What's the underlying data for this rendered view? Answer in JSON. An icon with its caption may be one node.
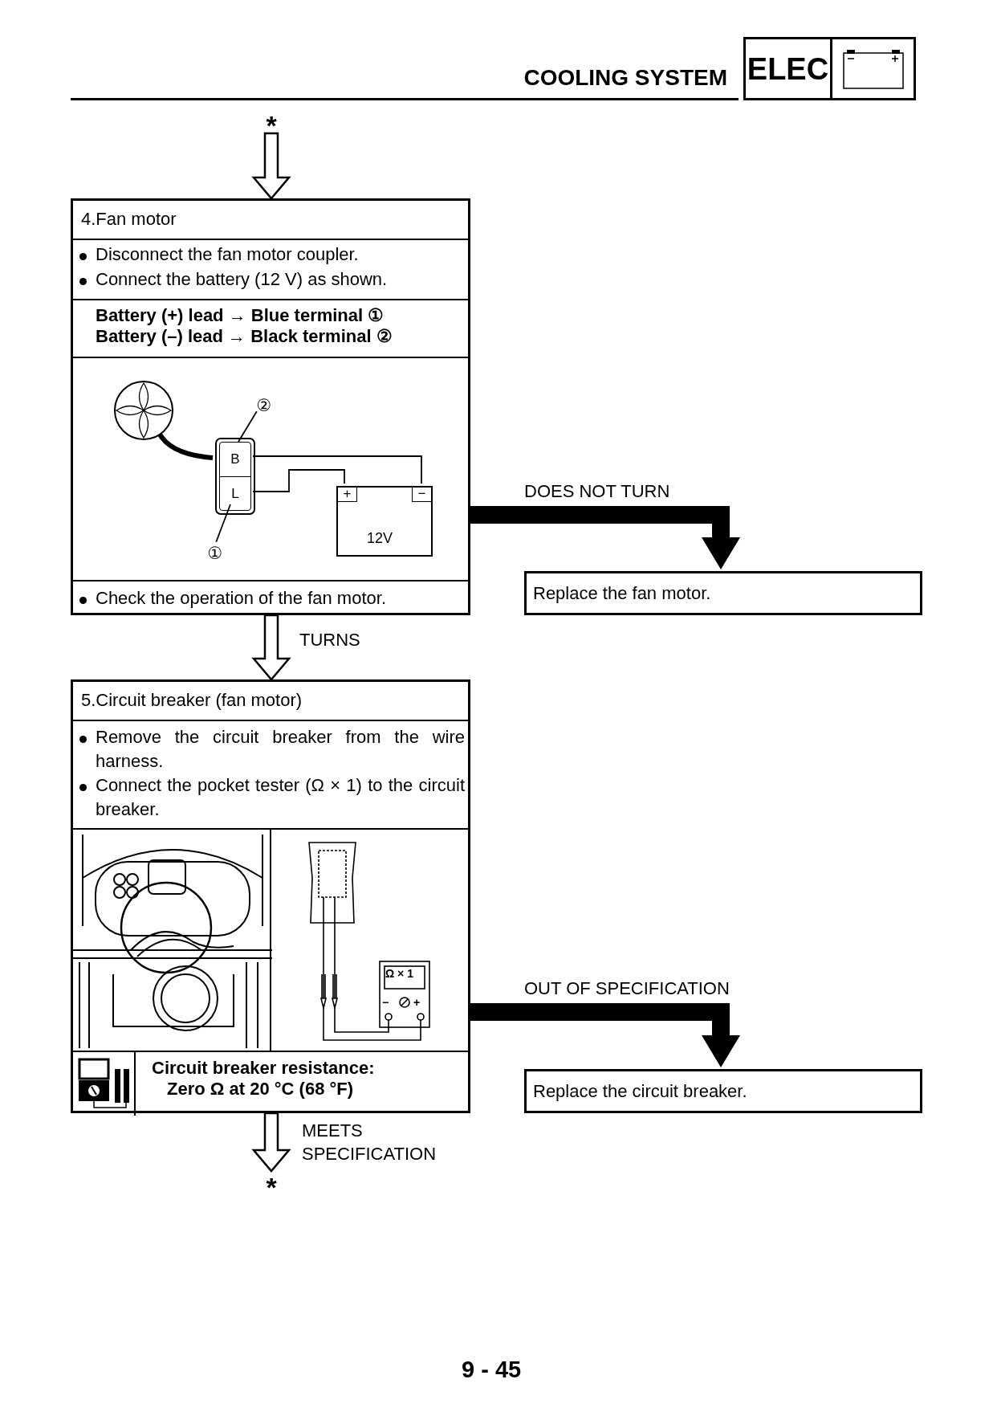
{
  "diagram": {
    "title": "COOLING SYSTEM",
    "nodes": [
      {
        "text": [
          "*"
        ]
      },
      {
        "text": [
          "4.Fan motor",
          "Disconnect the fan motor coupler.",
          "Connect the battery (12 V) as shown.",
          "Battery (+) lead → Blue terminal ①",
          "Battery (–) lead → Black terminal ②",
          "Check the operation of the fan motor."
        ]
      },
      {
        "text": [],
        "shape": "circle",
        "in": 1
      },
      {
        "text": [
          "B",
          "L"
        ],
        "in": 1
      },
      {
        "text": [
          "+",
          "−",
          "12V"
        ],
        "in": 1
      },
      {
        "text": [
          "②"
        ],
        "in": 1
      },
      {
        "text": [
          "①"
        ],
        "in": 1
      },
      {
        "text": [
          "Replace the fan motor."
        ]
      },
      {
        "text": [
          "5.Circuit breaker (fan motor)",
          "Remove the circuit breaker from the wire harness.",
          "Connect the pocket tester (Ω × 1) to the circuit breaker.",
          "Circuit breaker resistance:",
          "Zero Ω at 20 °C (68 °F)"
        ]
      },
      {
        "text": [
          "Replace the circuit breaker."
        ]
      },
      {
        "text": [
          "*"
        ]
      }
    ],
    "edges": [
      {
        "from": 0,
        "to": 1,
        "arrow": "to"
      },
      {
        "from": 1,
        "to": 8,
        "arrow": "to",
        "label": "TURNS"
      },
      {
        "from": 1,
        "to": 7,
        "arrow": "to",
        "label": "DOES NOT TURN",
        "style": "thick"
      },
      {
        "from": 8,
        "to": 9,
        "arrow": "to",
        "label": "OUT OF SPECIFICATION",
        "style": "thick"
      },
      {
        "from": 8,
        "to": 10,
        "arrow": "to",
        "label": "MEETS SPECIFICATION"
      },
      {
        "from": 2,
        "to": 3,
        "arrow": "none",
        "style": "thick"
      },
      {
        "from": 3,
        "to": 4,
        "arrow": "none"
      },
      {
        "from": 3,
        "to": 4,
        "arrow": "none"
      },
      {
        "from": 5,
        "to": 3,
        "arrow": "none"
      },
      {
        "from": 6,
        "to": 3,
        "arrow": "none"
      }
    ],
    "labels": [
      "ELEC",
      "Ω × 1",
      "−",
      "+",
      "9 - 45"
    ]
  }
}
